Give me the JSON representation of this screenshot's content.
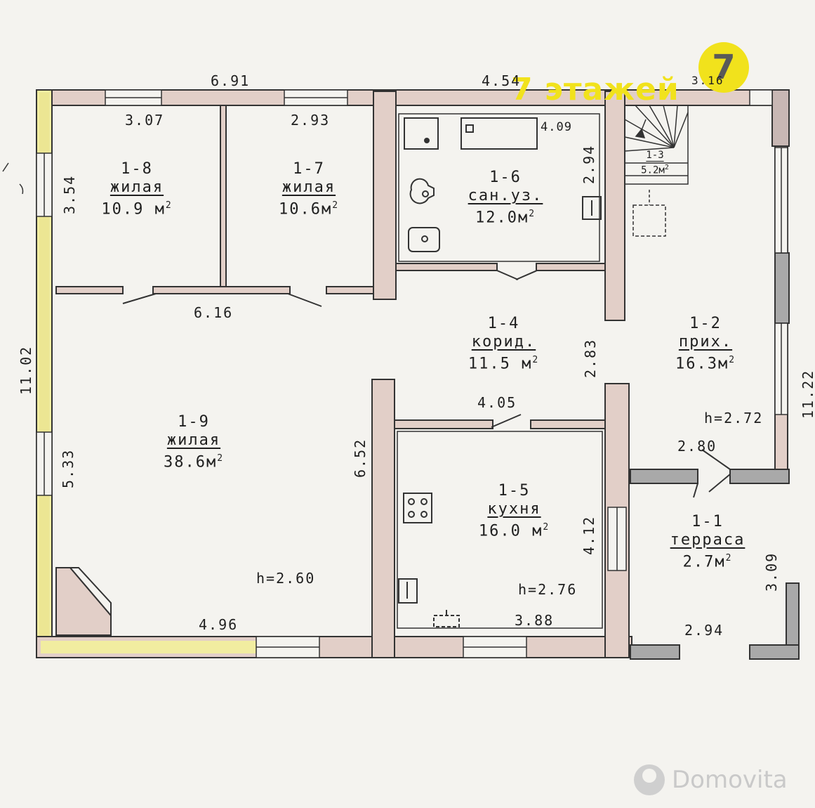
{
  "brand": {
    "name": "7 этажей",
    "badge": "7",
    "color": "#f1e21c"
  },
  "watermark": {
    "text": "Domovita"
  },
  "rooms": [
    {
      "id": "1-8",
      "name": "жилая",
      "area": "10.9 м",
      "exp": "2"
    },
    {
      "id": "1-7",
      "name": "жилая",
      "area": "10.6м",
      "exp": "2"
    },
    {
      "id": "1-6",
      "name": "сан.уз.",
      "area": "12.0м",
      "exp": "2"
    },
    {
      "id": "1-3",
      "name": "",
      "area": "5.2м",
      "exp": "2"
    },
    {
      "id": "1-4",
      "name": "корид.",
      "area": "11.5 м",
      "exp": "2"
    },
    {
      "id": "1-2",
      "name": "прих.",
      "area": "16.3м",
      "exp": "2"
    },
    {
      "id": "1-9",
      "name": "жилая",
      "area": "38.6м",
      "exp": "2"
    },
    {
      "id": "1-5",
      "name": "кухня",
      "area": "16.0 м",
      "exp": "2"
    },
    {
      "id": "1-1",
      "name": "терраса",
      "area": "2.7м",
      "exp": "2"
    }
  ],
  "dimensions": {
    "top_left": "6.91",
    "top_mid": "4.54",
    "top_right": "3.16",
    "room18_width": "3.07",
    "room17_width": "2.93",
    "bath_width": "4.09",
    "bath_depth": "2.94",
    "room18_depth": "3.54",
    "hall_width": "6.16",
    "left_total": "11.02",
    "right_total": "11.22",
    "corridor_depth": "2.83",
    "kitchen_top": "4.05",
    "living_depth_right": "6.52",
    "living_depth_left": "5.33",
    "entry_width": "2.80",
    "kitchen_depth": "4.12",
    "terrace_depth": "3.09",
    "living_bottom": "4.96",
    "kitchen_bottom": "3.88",
    "terrace_width": "2.94",
    "h_hall": "h=2.72",
    "h_living": "h=2.60",
    "h_kitchen": "h=2.76"
  }
}
